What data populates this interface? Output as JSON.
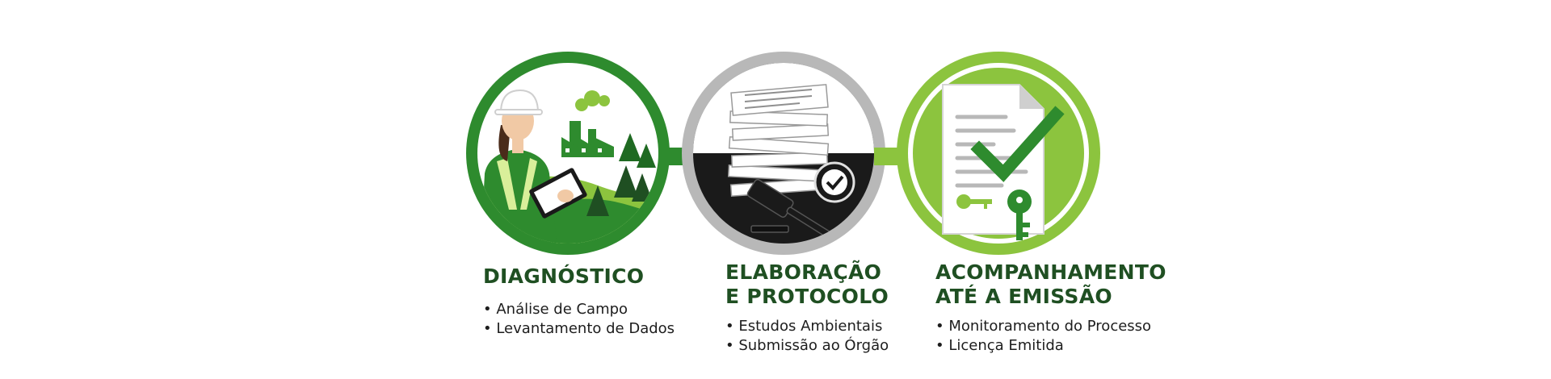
{
  "colors": {
    "dark_green": "#1f4f22",
    "green": "#2e8b2e",
    "light_green": "#8cc43e",
    "gray": "#b8b8b8",
    "black": "#1a1a1a",
    "text": "#1d1d1d"
  },
  "steps": [
    {
      "id": "diagnostico",
      "icon": "environmental-engineer-icon",
      "title_lines": [
        "DIAGNÓSTICO"
      ],
      "bullets": [
        "Análise de Campo",
        "Levantamento de Dados"
      ]
    },
    {
      "id": "elaboracao",
      "icon": "documents-gavel-icon",
      "title_lines": [
        "ELABORAÇÃO",
        "E PROTOCOLO"
      ],
      "bullets": [
        "Estudos Ambientais",
        "Submissão ao Órgão"
      ]
    },
    {
      "id": "acompanhamento",
      "icon": "approved-license-icon",
      "title_lines": [
        "ACOMPANHAMENTO",
        "ATÉ A EMISSÃO"
      ],
      "bullets": [
        "Monitoramento do Processo",
        "Licença Emitida"
      ]
    }
  ],
  "arrows": [
    "arrow-right-icon",
    "arrow-right-icon"
  ]
}
